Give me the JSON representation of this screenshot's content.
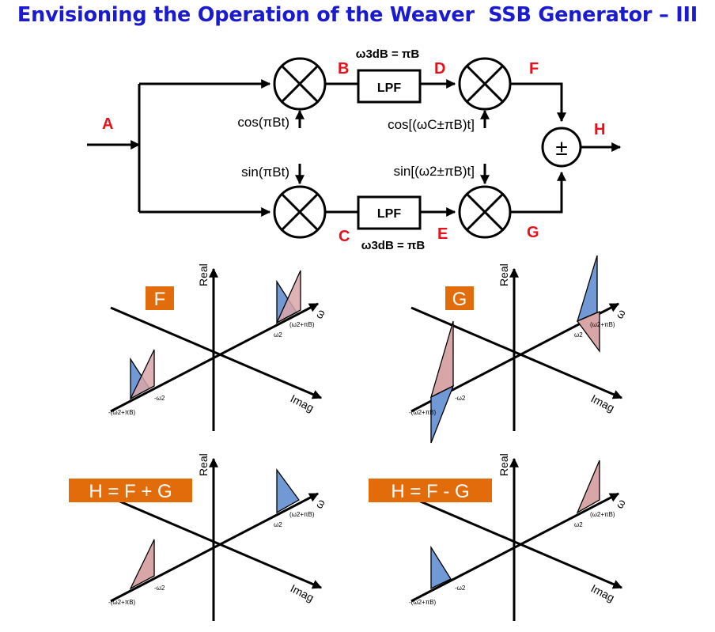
{
  "title": "Envisioning the Operation of the Weaver  SSB Generator – III",
  "block_diagram": {
    "nodes": [
      "A",
      "B",
      "C",
      "D",
      "E",
      "F",
      "G",
      "H"
    ],
    "lpf_label": "LPF",
    "cutoff_top": "ω3dB = πB",
    "cutoff_bottom": "ω3dB = πB",
    "osc1_top": "cos(πBt)",
    "osc1_bottom": "sin(πBt)",
    "osc2_top": "cos[(ωC±πB)t]",
    "osc2_bottom": "sin[(ω2±πB)t]",
    "summer": "±"
  },
  "spectra": [
    {
      "tag": "F",
      "mode": "F"
    },
    {
      "tag": "G",
      "mode": "G"
    },
    {
      "tag": "H = F + G",
      "mode": "sum"
    },
    {
      "tag": "H = F - G",
      "mode": "diff"
    }
  ],
  "axes": {
    "real": "Real",
    "imag": "Imag",
    "omega": "ω"
  },
  "freq_labels": {
    "w2": "ω2",
    "w2_pi": "(ω2+πB)",
    "neg_w2": "-ω2",
    "neg_w2_pi": "-(ω2+πB)"
  },
  "colors": {
    "title": "#1a1ad0",
    "node": "#e8101a",
    "tag": "#e36c0a",
    "blue": "#7099d6",
    "red": "#d9a6a8"
  }
}
